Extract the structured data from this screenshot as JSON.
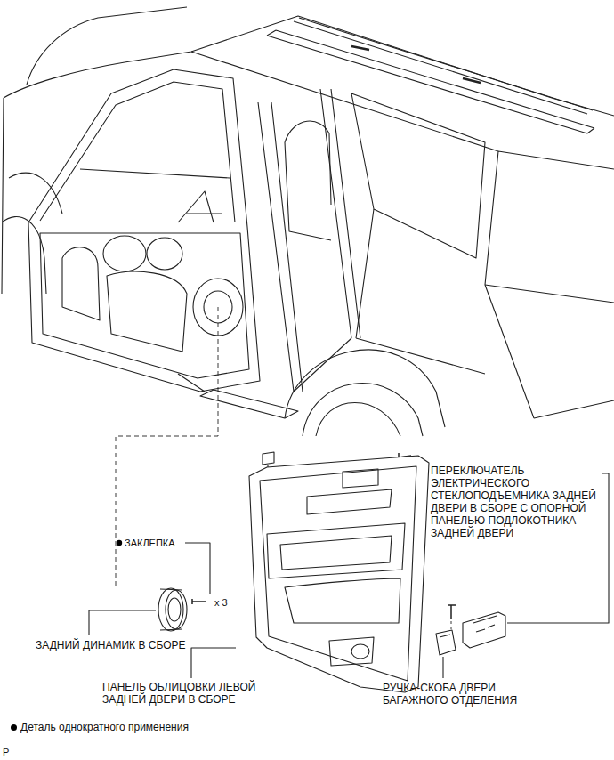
{
  "diagram": {
    "labels": [
      "ПЕРЕКЛЮЧАТЕЛЬ ЭЛЕКТРИЧЕСКОГО СТЕКЛОПОДЪЕМНИКА ЗАДНЕЙ ДВЕРИ В СБОРЕ С ОПОРНОЙ ПАНЕЛЬЮ ПОДЛОКОТНИКА ЗАДНЕЙ ДВЕРИ",
      "ЗАКЛЕПКА",
      "x 3",
      "ЗАДНИЙ ДИНАМИК В СБОРЕ",
      "ПАНЕЛЬ ОБЛИЦОВКИ ЛЕВОЙ ЗАДНЕЙ ДВЕРИ В СБОРЕ",
      "РУЧКА-СКОБА ДВЕРИ БАГАЖНОГО ОТДЕЛЕНИЯ",
      "P"
    ],
    "legend": [
      {
        "text": "Деталь однократного применения"
      }
    ]
  }
}
